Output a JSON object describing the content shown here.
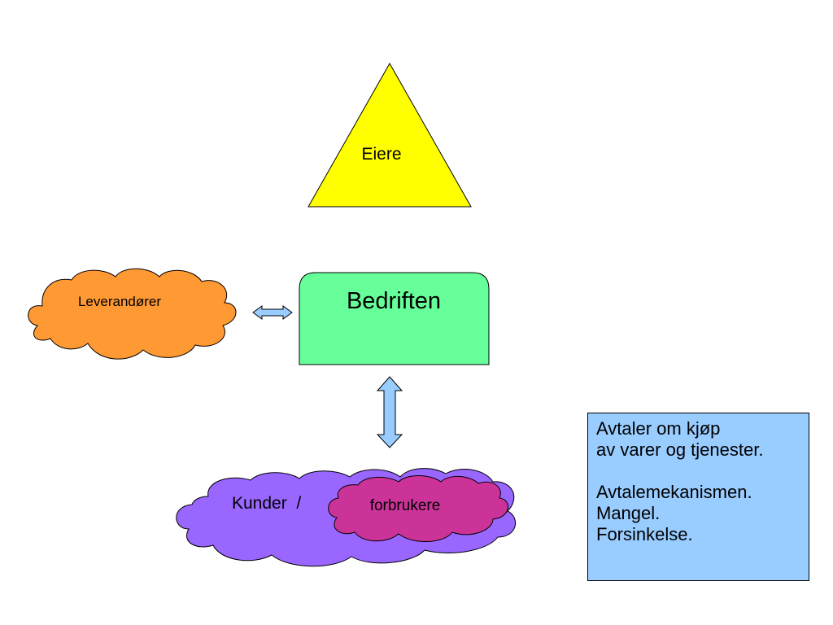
{
  "colors": {
    "triangle": "#ffff00",
    "company_box": "#66ff99",
    "suppliers_cloud": "#ff9933",
    "customers_cloud": "#9966ff",
    "consumers_cloud": "#cc3399",
    "arrow_fill": "#99ccff",
    "info_box": "#99ccff",
    "outline": "#000000"
  },
  "nodes": {
    "owners": {
      "label": "Eiere"
    },
    "company": {
      "label": "Bedriften"
    },
    "suppliers": {
      "label": "Leverandører"
    },
    "customers": {
      "label": "Kunder  /"
    },
    "consumers": {
      "label": "forbrukere"
    }
  },
  "info_box": {
    "line1": "Avtaler om kjøp",
    "line2": "av varer og tjenester.",
    "line3": "Avtalemekanismen.",
    "line4": "Mangel.",
    "line5": "Forsinkelse."
  }
}
